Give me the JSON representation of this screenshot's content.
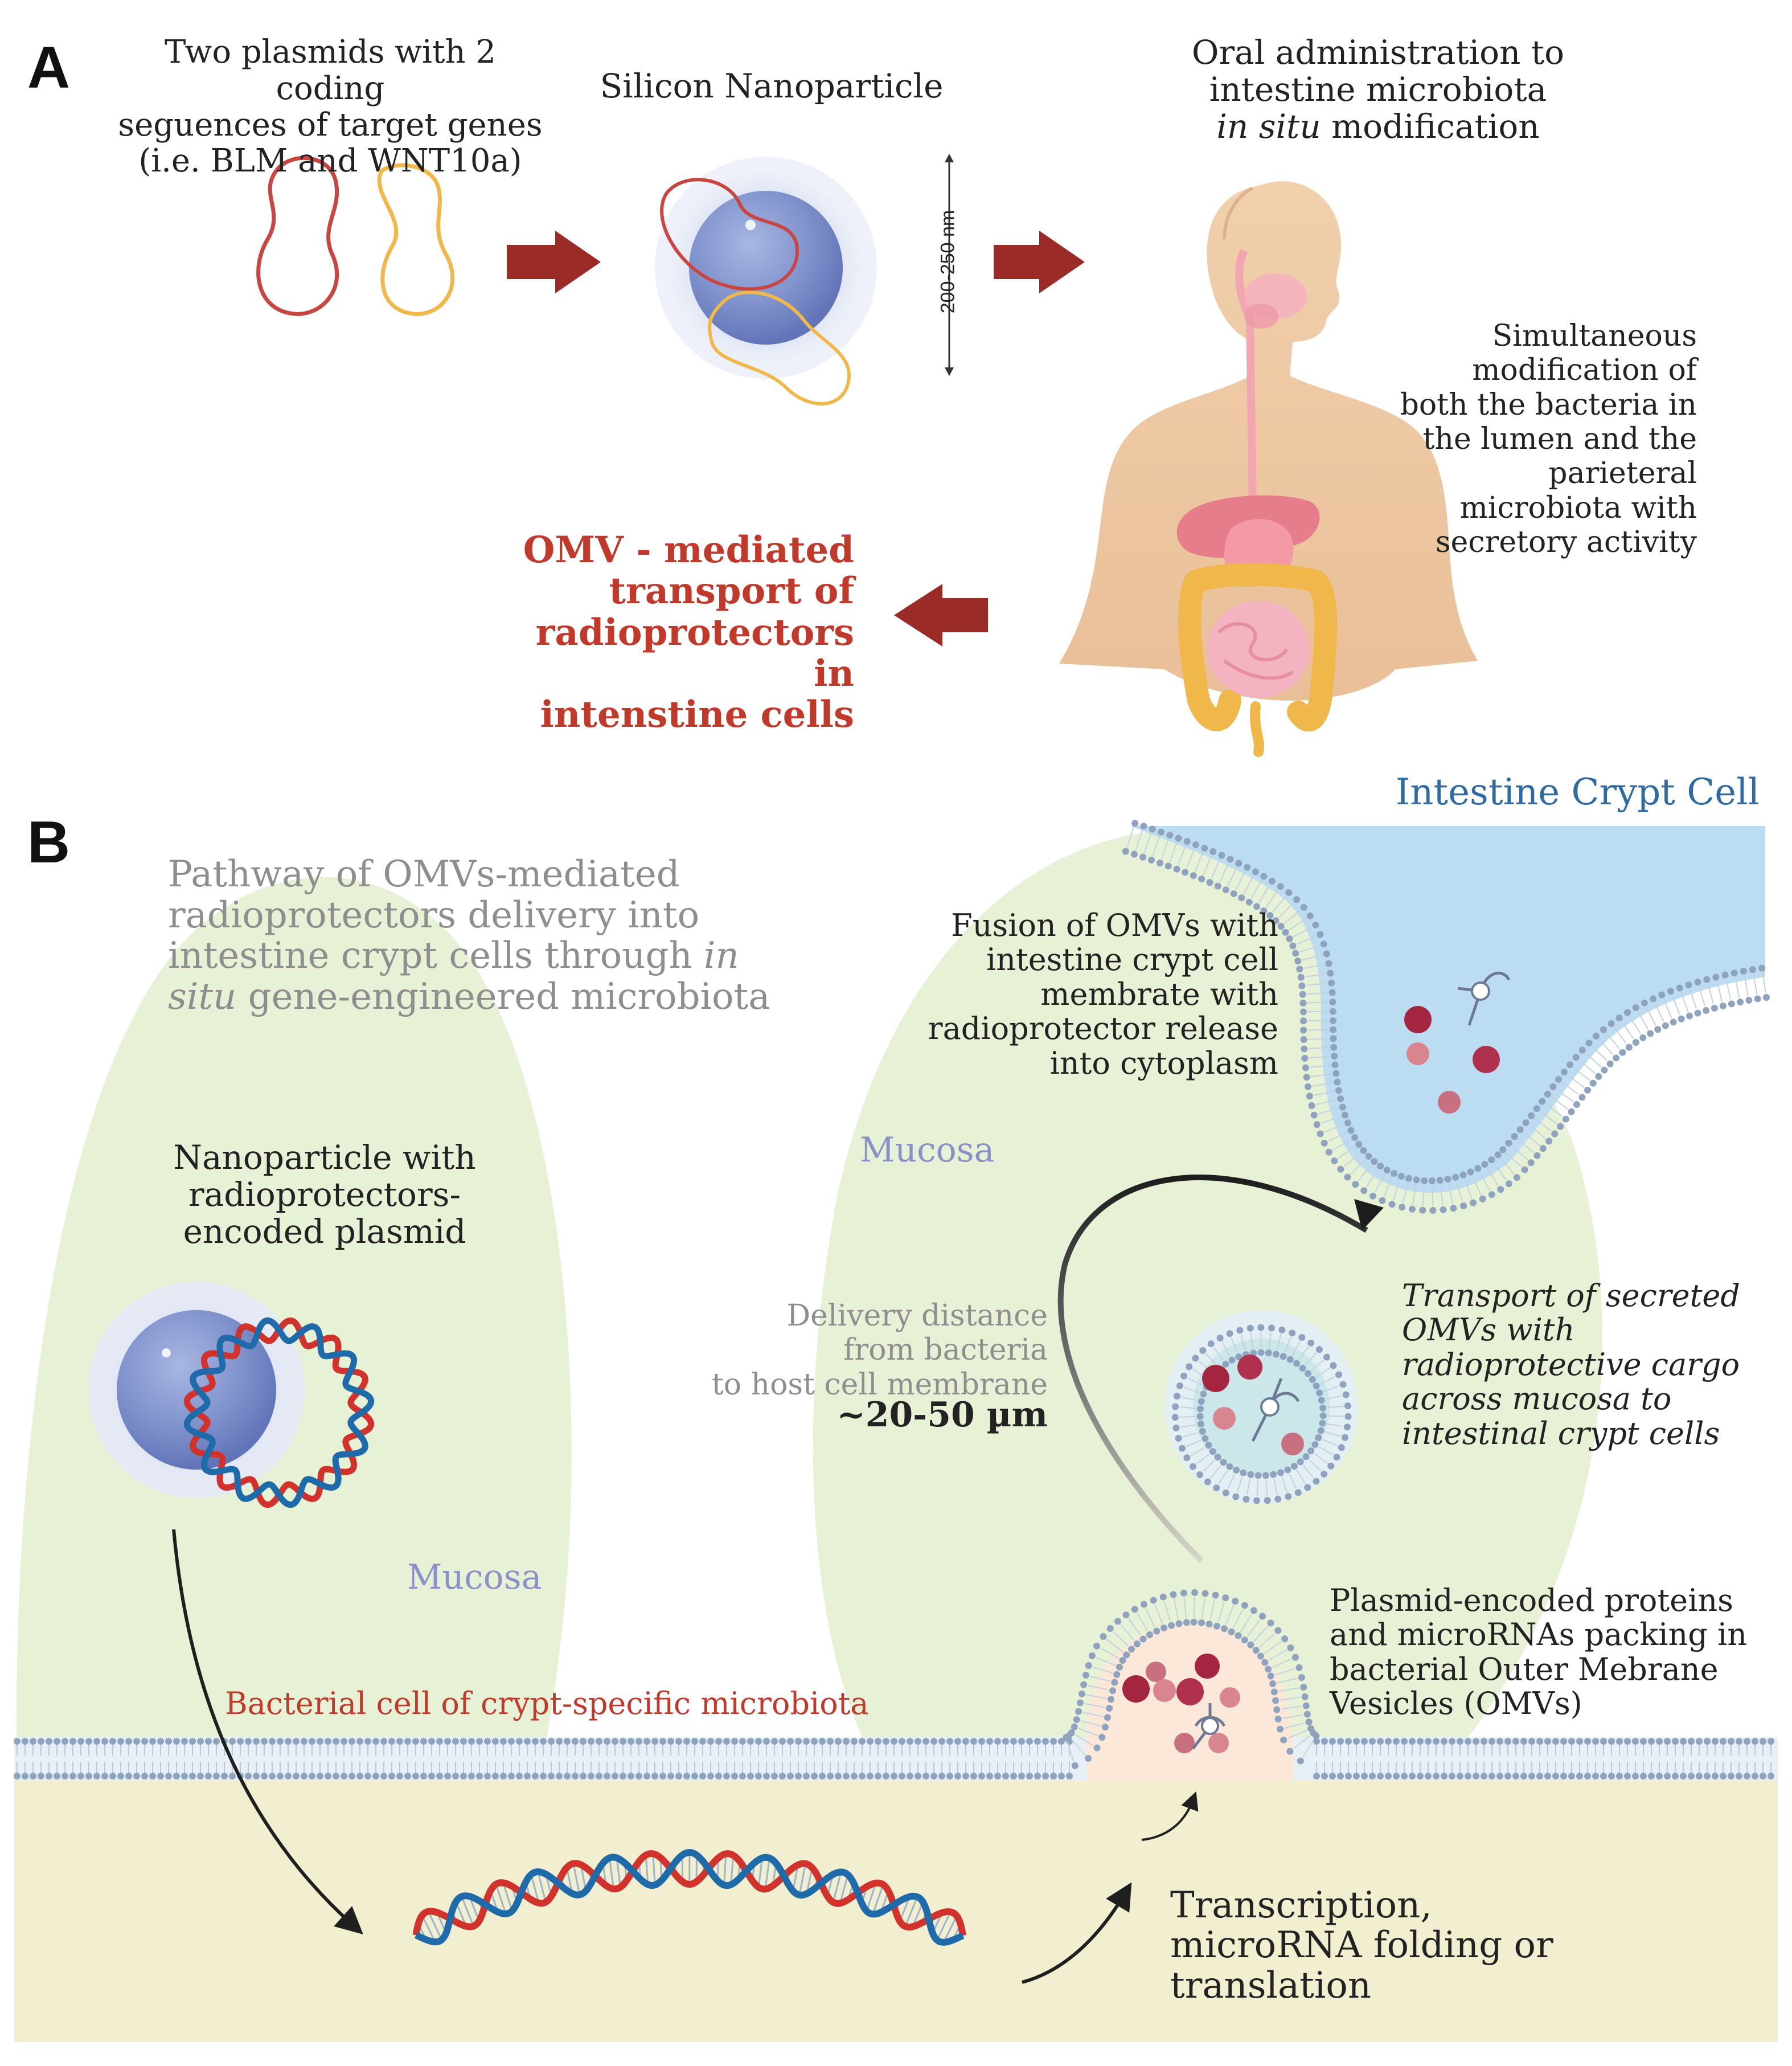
{
  "panel_a": {
    "letter": "A",
    "plasmids_text": "Two plasmids with 2 coding\nseguences of target genes\n(i.e. BLM and WNT10a)",
    "nanoparticle_label": "Silicon Nanoparticle",
    "size_label": "200-250 nm",
    "oral_line1": "Oral administration to",
    "oral_line2": "intestine microbiota",
    "oral_italic": "in situ",
    "oral_rest": " modification",
    "simultaneous_text": "Simultaneous\nmodification of\nboth the bacteria in\nthe lumen and the\nparieteral\nmicrobiota with\nsecretory activity",
    "omv_text": "OMV - mediated\ntransport of\nradioprotectors in\nintenstine cells"
  },
  "panel_b": {
    "letter": "B",
    "title_part1": "Pathway of OMVs-mediated\nradioprotectors delivery into\nintestine crypt cells through ",
    "title_italic1": "in",
    "title_italic2": "situ",
    "title_part2": " gene-engineered microbiota",
    "crypt_cell_label": "Intestine Crypt Cell",
    "fusion_text": "Fusion of OMVs with\nintestine crypt cell\nmembrate with\nradioprotector release\ninto cytoplasm",
    "mucosa_right": "Mucosa",
    "mucosa_left": "Mucosa",
    "nanoparticle_text": "Nanoparticle with\nradioprotectors-\nencoded plasmid",
    "delivery_text": "Delivery distance\nfrom bacteria\nto host cell membrane",
    "distance_value": "~20-50 µm",
    "transport_text": "Transport of secreted\nOMVs with\nradioprotective cargo\nacross mucosa to\nintestinal crypt cells",
    "packing_text": "Plasmid-encoded proteins\nand microRNAs packing in\nbacterial Outer Mebrane\nVesicles (OMVs)",
    "bacterial_cell_label": "Bacterial cell of crypt-specific microbiota",
    "transcription_text": "Transcription,\nmicroRNA folding or\ntranslation"
  },
  "colors": {
    "dark_red": "#9b2b27",
    "red_label": "#c0392b",
    "blue_label": "#2e6aa3",
    "gray_text": "#8e8e8e",
    "mucosa_purple": "#8d8fc8",
    "mucosa_green": "#e7f1d5",
    "cell_blue": "#bcdcf1",
    "bacteria_yellow": "#f2efd1",
    "nanoparticle_blue": "#7b8fc9",
    "plasmid_red": "#c9453f",
    "plasmid_yellow": "#f0b84a",
    "dna_red": "#d2322c",
    "dna_blue": "#1f6aa8"
  }
}
